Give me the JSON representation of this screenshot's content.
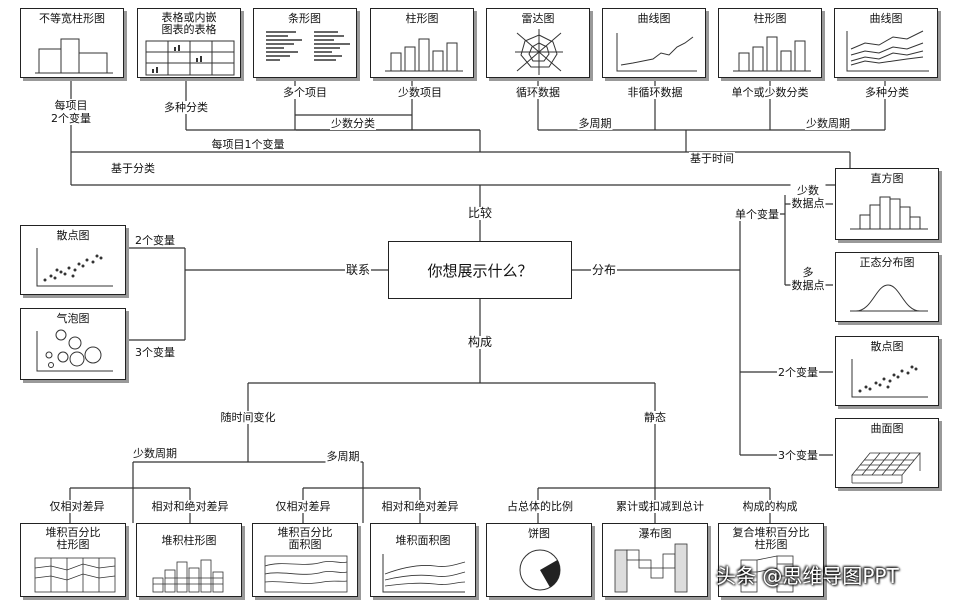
{
  "center_question": "你想展示什么？",
  "branches": {
    "compare": "比较",
    "relation": "联系",
    "distribution": "分布",
    "composition": "构成"
  },
  "compare": {
    "based_on_category": "基于分类",
    "based_on_time": "基于时间",
    "two_vars_per_item": "每项目\n2个变量",
    "one_var_per_item": "每项目1个变量",
    "multi_category": "多种分类",
    "few_category": "少数分类",
    "many_items": "多个项目",
    "few_items": "少数项目",
    "many_periods": "多周期",
    "few_periods": "少数周期",
    "cyclic": "循环数据",
    "non_cyclic": "非循环数据",
    "single_or_few_category": "单个或少数分类",
    "multi_category2": "多种分类"
  },
  "relation": {
    "two_vars": "2个变量",
    "three_vars": "3个变量"
  },
  "distribution": {
    "single_var": "单个变量",
    "few_points": "少数\n数据点",
    "many_points": "多\n数据点",
    "two_vars": "2个变量",
    "three_vars": "3个变量"
  },
  "composition": {
    "over_time": "随时间变化",
    "static": "静态",
    "few_periods": "少数周期",
    "many_periods": "多周期",
    "relative_only_1": "仅相对差异",
    "relative_absolute_1": "相对和绝对差异",
    "relative_only_2": "仅相对差异",
    "relative_absolute_2": "相对和绝对差异",
    "share_of_total": "占总体的比例",
    "accum": "累计或扣减到总计",
    "components": "构成的构成"
  },
  "boxes": {
    "variable_width_bar": "不等宽柱形图",
    "table_embedded": "表格或内嵌\n图表的表格",
    "bar_h": "条形图",
    "column_few": "柱形图",
    "radar": "雷达图",
    "line_few": "曲线图",
    "column_single": "柱形图",
    "line_multi": "曲线图",
    "scatter": "散点图",
    "bubble": "气泡图",
    "histogram": "直方图",
    "normal_dist": "正态分布图",
    "scatter2": "散点图",
    "surface": "曲面图",
    "stacked_pct_column": "堆积百分比\n柱形图",
    "stacked_column": "堆积柱形图",
    "stacked_pct_area": "堆积百分比\n面积图",
    "stacked_area": "堆积面积图",
    "pie": "饼图",
    "waterfall": "瀑布图",
    "stacked_pct_with_sub": "复合堆积百分比\n柱形图"
  },
  "watermark": "头条 @思维导图PPT"
}
